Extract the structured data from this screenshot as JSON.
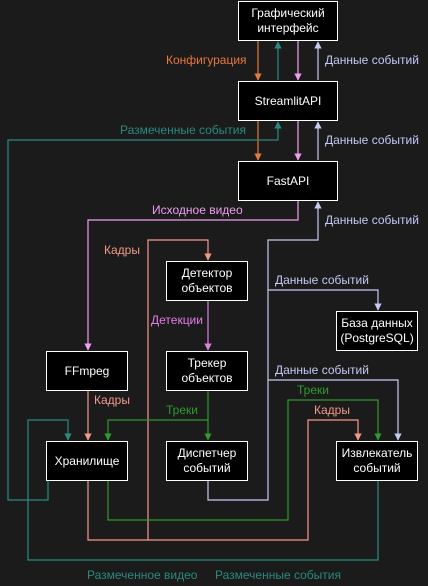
{
  "colors": {
    "orange": "#e8793b",
    "teal": "#2a8a80",
    "lavender": "#c5c9f5",
    "pink": "#ee9ef0",
    "salmon": "#f4998a",
    "magenta": "#e07ee8",
    "green": "#2f9a2f",
    "node_border": "#ffffff"
  },
  "nodes": {
    "gui": "Графический\nинтерфейс",
    "streamlit": "StreamlitAPI",
    "fastapi": "FastAPI",
    "detector": "Детектор\nобъектов",
    "db": "База данных\n(PostgreSQL)",
    "ffmpeg": "FFmpeg",
    "tracker": "Трекер\nобъектов",
    "storage": "Хранилище",
    "dispatcher": "Диспетчер\nсобытий",
    "extractor": "Извлекатель\nсобытий"
  },
  "labels": {
    "config": "Конфигурация",
    "events_data_1": "Данные событий",
    "marked_events_top": "Размеченные события",
    "events_data_2": "Данные событий",
    "source_video": "Исходное видео",
    "events_data_3": "Данные событий",
    "frames_top": "Кадры",
    "events_data_db": "Данные событий",
    "detections": "Детекции",
    "events_data_4": "Данные событий",
    "frames_ffmpeg": "Кадры",
    "tracks_right": "Треки",
    "tracks_mid": "Треки",
    "frames_right": "Кадры",
    "marked_video": "Размеченное видео",
    "marked_events_bottom": "Размеченные события"
  }
}
